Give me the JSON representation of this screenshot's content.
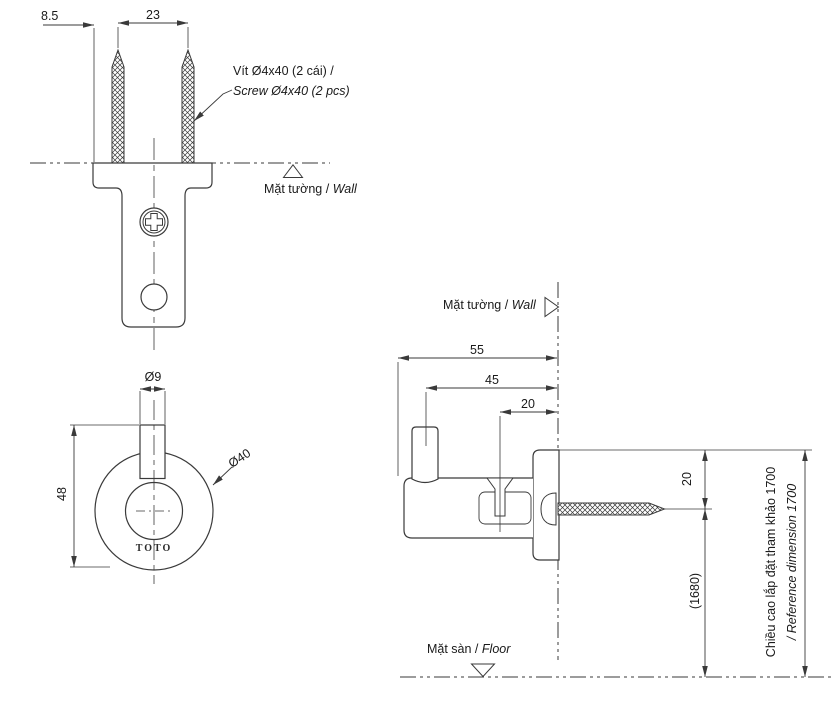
{
  "front_view": {
    "dim_screw_offset": "8.5",
    "dim_screw_spacing": "23",
    "screw_note_vi": "Vít Ø4x40 (2 cái) /",
    "screw_note_en": "Screw Ø4x40 (2 pcs)",
    "wall_label_vi": "Mặt tường /",
    "wall_label_en": "Wall"
  },
  "face_view": {
    "dim_stem_diameter": "Ø9",
    "dim_flange_diameter": "Ø40",
    "dim_overall_height": "48",
    "brand": "TOTO"
  },
  "side_view": {
    "wall_label_vi": "Mặt tường /",
    "wall_label_en": "Wall",
    "floor_label_vi": "Mặt sàn /",
    "floor_label_en": "Floor",
    "dim_depth_total": "55",
    "dim_depth_pin": "45",
    "dim_depth_screw": "20",
    "dim_top_offset": "20",
    "dim_floor_to_hook": "(1680)",
    "ref_height_vi": "Chiều cao lắp đặt tham khảo 1700",
    "ref_height_en": "/ Reference dimension 1700"
  }
}
